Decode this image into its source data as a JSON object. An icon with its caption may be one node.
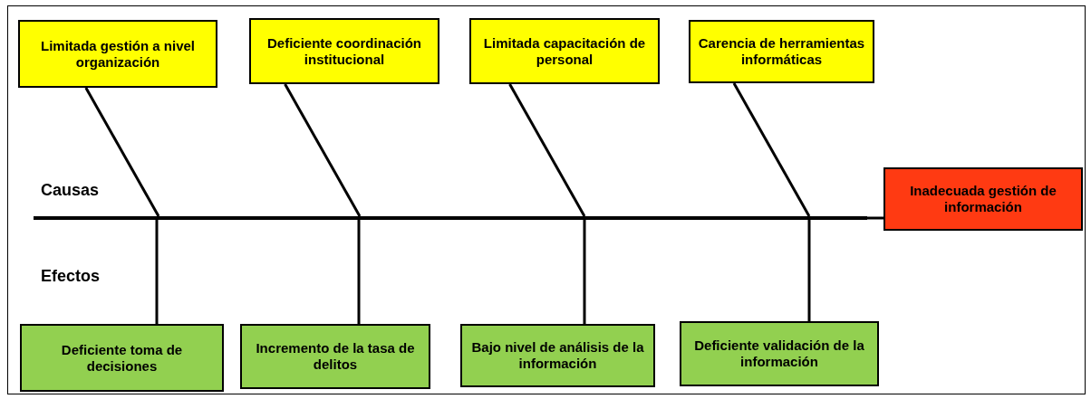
{
  "diagram": {
    "nodes": [
      {
        "text": [
          "Limitada gestión a nivel organización"
        ]
      },
      {
        "text": [
          "Deficiente coordinación institucional"
        ]
      },
      {
        "text": [
          "Limitada capacitación de personal"
        ]
      },
      {
        "text": [
          "Carencia de herramientas informáticas"
        ]
      },
      {
        "text": [
          "Inadecuada gestión de información"
        ]
      },
      {
        "text": [],
        "shape": "bar"
      },
      {
        "text": [
          "Deficiente toma de decisiones"
        ]
      },
      {
        "text": [
          "Incremento de la tasa de delitos"
        ]
      },
      {
        "text": [
          "Bajo nivel de análisis de la información"
        ]
      },
      {
        "text": [
          "Deficiente validación de la información"
        ]
      }
    ],
    "edges": [
      {
        "from": 0,
        "to": 5,
        "arrow": "none"
      },
      {
        "from": 1,
        "to": 5,
        "arrow": "none"
      },
      {
        "from": 2,
        "to": 5,
        "arrow": "none"
      },
      {
        "from": 3,
        "to": 5,
        "arrow": "none"
      },
      {
        "from": 5,
        "to": 4,
        "arrow": "none"
      },
      {
        "from": 5,
        "to": 6,
        "arrow": "none"
      },
      {
        "from": 5,
        "to": 7,
        "arrow": "none"
      },
      {
        "from": 5,
        "to": 8,
        "arrow": "none"
      },
      {
        "from": 5,
        "to": 9,
        "arrow": "none"
      }
    ],
    "labels": [
      "Causas",
      "Efectos"
    ]
  }
}
